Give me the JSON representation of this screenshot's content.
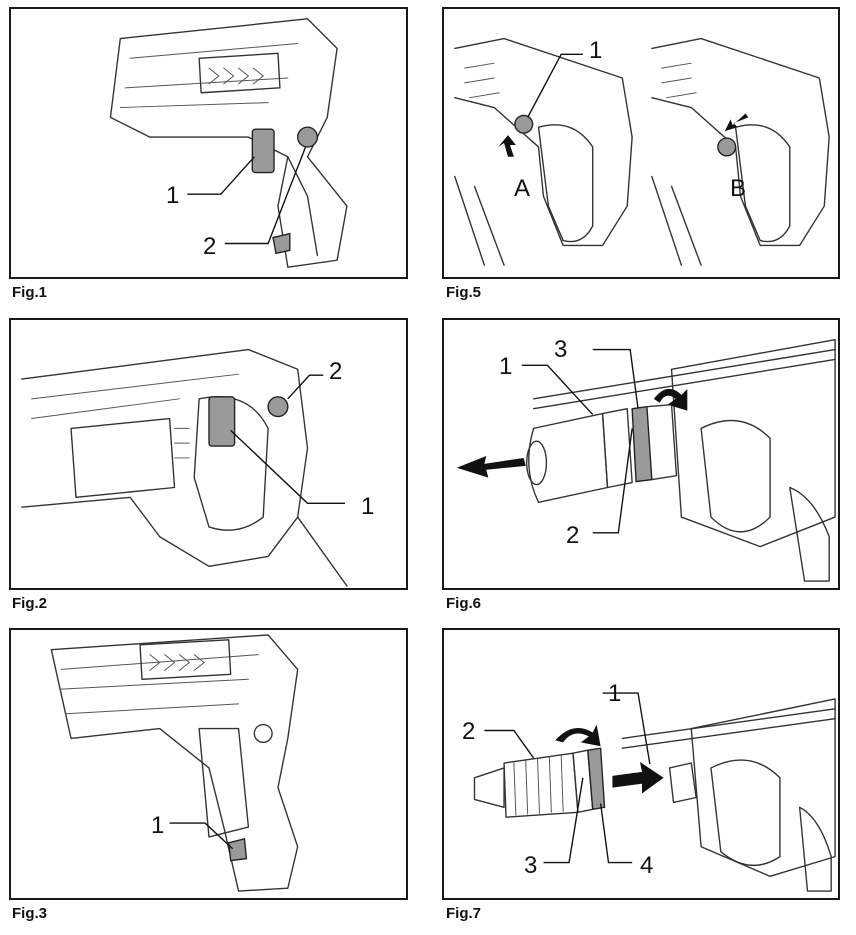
{
  "figures": [
    {
      "id": "fig1",
      "caption": "Fig.1",
      "callouts": [
        "1",
        "2"
      ]
    },
    {
      "id": "fig5",
      "caption": "Fig.5",
      "callouts": [
        "1",
        "A",
        "B"
      ]
    },
    {
      "id": "fig2",
      "caption": "Fig.2",
      "callouts": [
        "2",
        "1"
      ]
    },
    {
      "id": "fig6",
      "caption": "Fig.6",
      "callouts": [
        "3",
        "1",
        "2"
      ]
    },
    {
      "id": "fig3",
      "caption": "Fig.3",
      "callouts": [
        "1"
      ]
    },
    {
      "id": "fig7",
      "caption": "Fig.7",
      "callouts": [
        "1",
        "2",
        "3",
        "4"
      ]
    }
  ],
  "colors": {
    "frame": "#1a1a1a",
    "highlight": "#9a9a9a",
    "line": "#333333"
  }
}
